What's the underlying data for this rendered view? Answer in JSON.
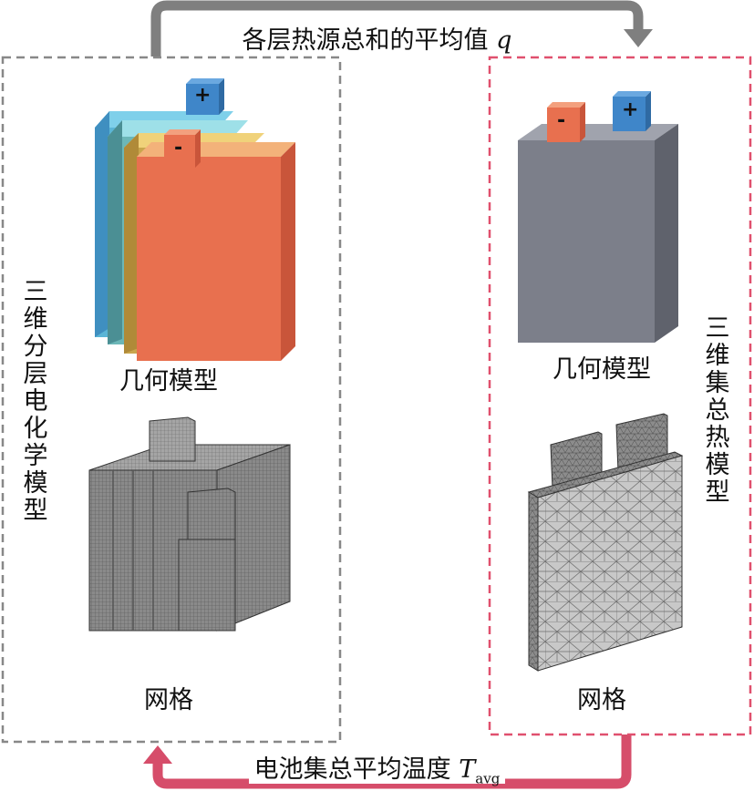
{
  "top_arrow": {
    "text": "各层热源总和的平均值",
    "symbol": "q",
    "color": "#7f7f7f"
  },
  "bottom_arrow": {
    "text": "电池集总平均温度",
    "symbol": "T",
    "subscript": "avg",
    "color": "#d64d6a"
  },
  "left_panel": {
    "title": "三维分层电化学模型",
    "border_color": "#888888",
    "geometry_label": "几何模型",
    "mesh_label": "网格",
    "tab_plus": "+",
    "tab_minus": "-"
  },
  "right_panel": {
    "title": "三维集总热模型",
    "border_color": "#e0506e",
    "geometry_label": "几何模型",
    "mesh_label": "网格",
    "tab_plus": "+",
    "tab_minus": "-"
  },
  "colors": {
    "plus_tab": "#3f86c9",
    "minus_tab": "#e8704f",
    "cell_gray": "#7c7f8a"
  }
}
